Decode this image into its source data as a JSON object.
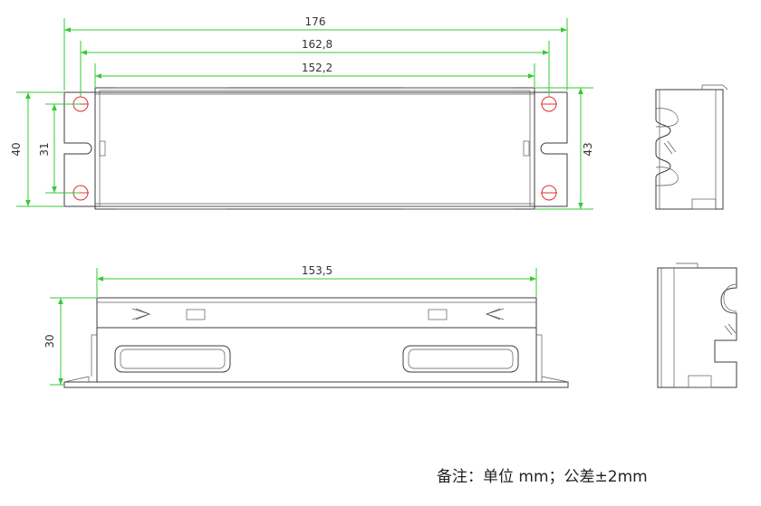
{
  "dimensions": {
    "overall_length": "176",
    "hole_spacing": "162,8",
    "body_length": "152,2",
    "overall_width": "40",
    "hole_spacing_vertical": "31",
    "body_width": "43",
    "side_length": "153,5",
    "height": "30"
  },
  "note": "备注：单位 mm；公差±2mm",
  "colors": {
    "outline": "#3c3c3c",
    "dimension_lines": "#35c935",
    "mounting_holes": "#e03030"
  }
}
